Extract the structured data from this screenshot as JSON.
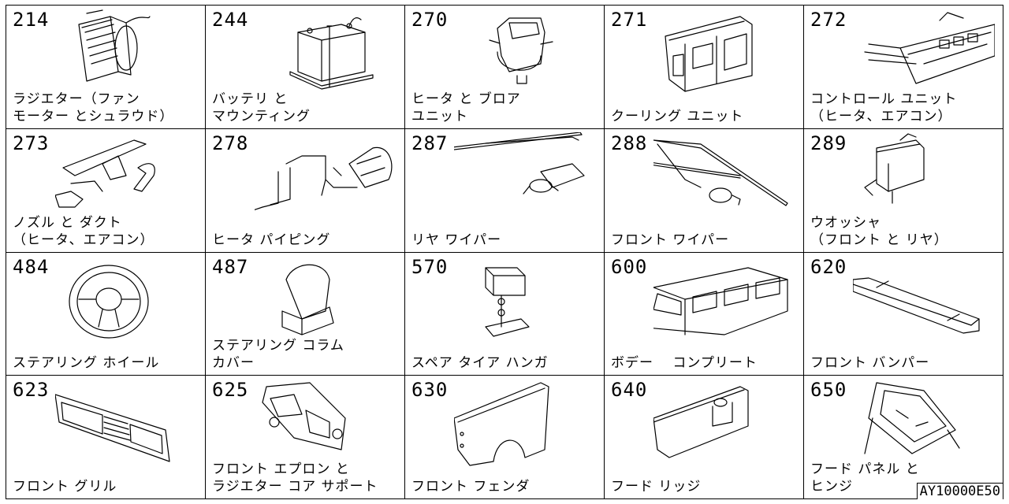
{
  "items": [
    {
      "num": "214",
      "label": "ラジエター（ファン\nモーター とシュラウド）",
      "icon": "radiator-illustration"
    },
    {
      "num": "244",
      "label": "バッテリ と\nマウンティング",
      "icon": "battery-illustration"
    },
    {
      "num": "270",
      "label": "ヒータ と ブロア\nユニット",
      "icon": "heater-blower-illustration"
    },
    {
      "num": "271",
      "label": "クーリング ユニット",
      "icon": "cooling-unit-illustration"
    },
    {
      "num": "272",
      "label": "コントロール ユニット\n（ヒータ、エアコン）",
      "icon": "control-unit-illustration"
    },
    {
      "num": "273",
      "label": "ノズル と ダクト\n（ヒータ、エアコン）",
      "icon": "nozzle-duct-illustration"
    },
    {
      "num": "278",
      "label": "ヒータ パイピング",
      "icon": "heater-piping-illustration"
    },
    {
      "num": "287",
      "label": "リヤ ワイパー",
      "icon": "rear-wiper-illustration"
    },
    {
      "num": "288",
      "label": "フロント ワイパー",
      "icon": "front-wiper-illustration"
    },
    {
      "num": "289",
      "label": "ウオッシャ\n（フロント と リヤ）",
      "icon": "washer-illustration"
    },
    {
      "num": "484",
      "label": "ステアリング ホイール",
      "icon": "steering-wheel-illustration"
    },
    {
      "num": "487",
      "label": "ステアリング コラム\nカバー",
      "icon": "column-cover-illustration"
    },
    {
      "num": "570",
      "label": "スペア タイア ハンガ",
      "icon": "spare-tire-hanger-illustration"
    },
    {
      "num": "600",
      "label": "ボデー　 コンプリート",
      "icon": "body-complete-illustration"
    },
    {
      "num": "620",
      "label": "フロント バンパー",
      "icon": "front-bumper-illustration"
    },
    {
      "num": "623",
      "label": "フロント グリル",
      "icon": "front-grille-illustration"
    },
    {
      "num": "625",
      "label": "フロント エプロン と\nラジエター コア サポート",
      "icon": "front-apron-illustration"
    },
    {
      "num": "630",
      "label": "フロント フェンダ",
      "icon": "front-fender-illustration"
    },
    {
      "num": "640",
      "label": "フード リッジ",
      "icon": "hood-ledge-illustration"
    },
    {
      "num": "650",
      "label": "フード パネル と\nヒンジ",
      "icon": "hood-panel-hinge-illustration"
    }
  ],
  "footer": {
    "code": "AY10000E50"
  }
}
